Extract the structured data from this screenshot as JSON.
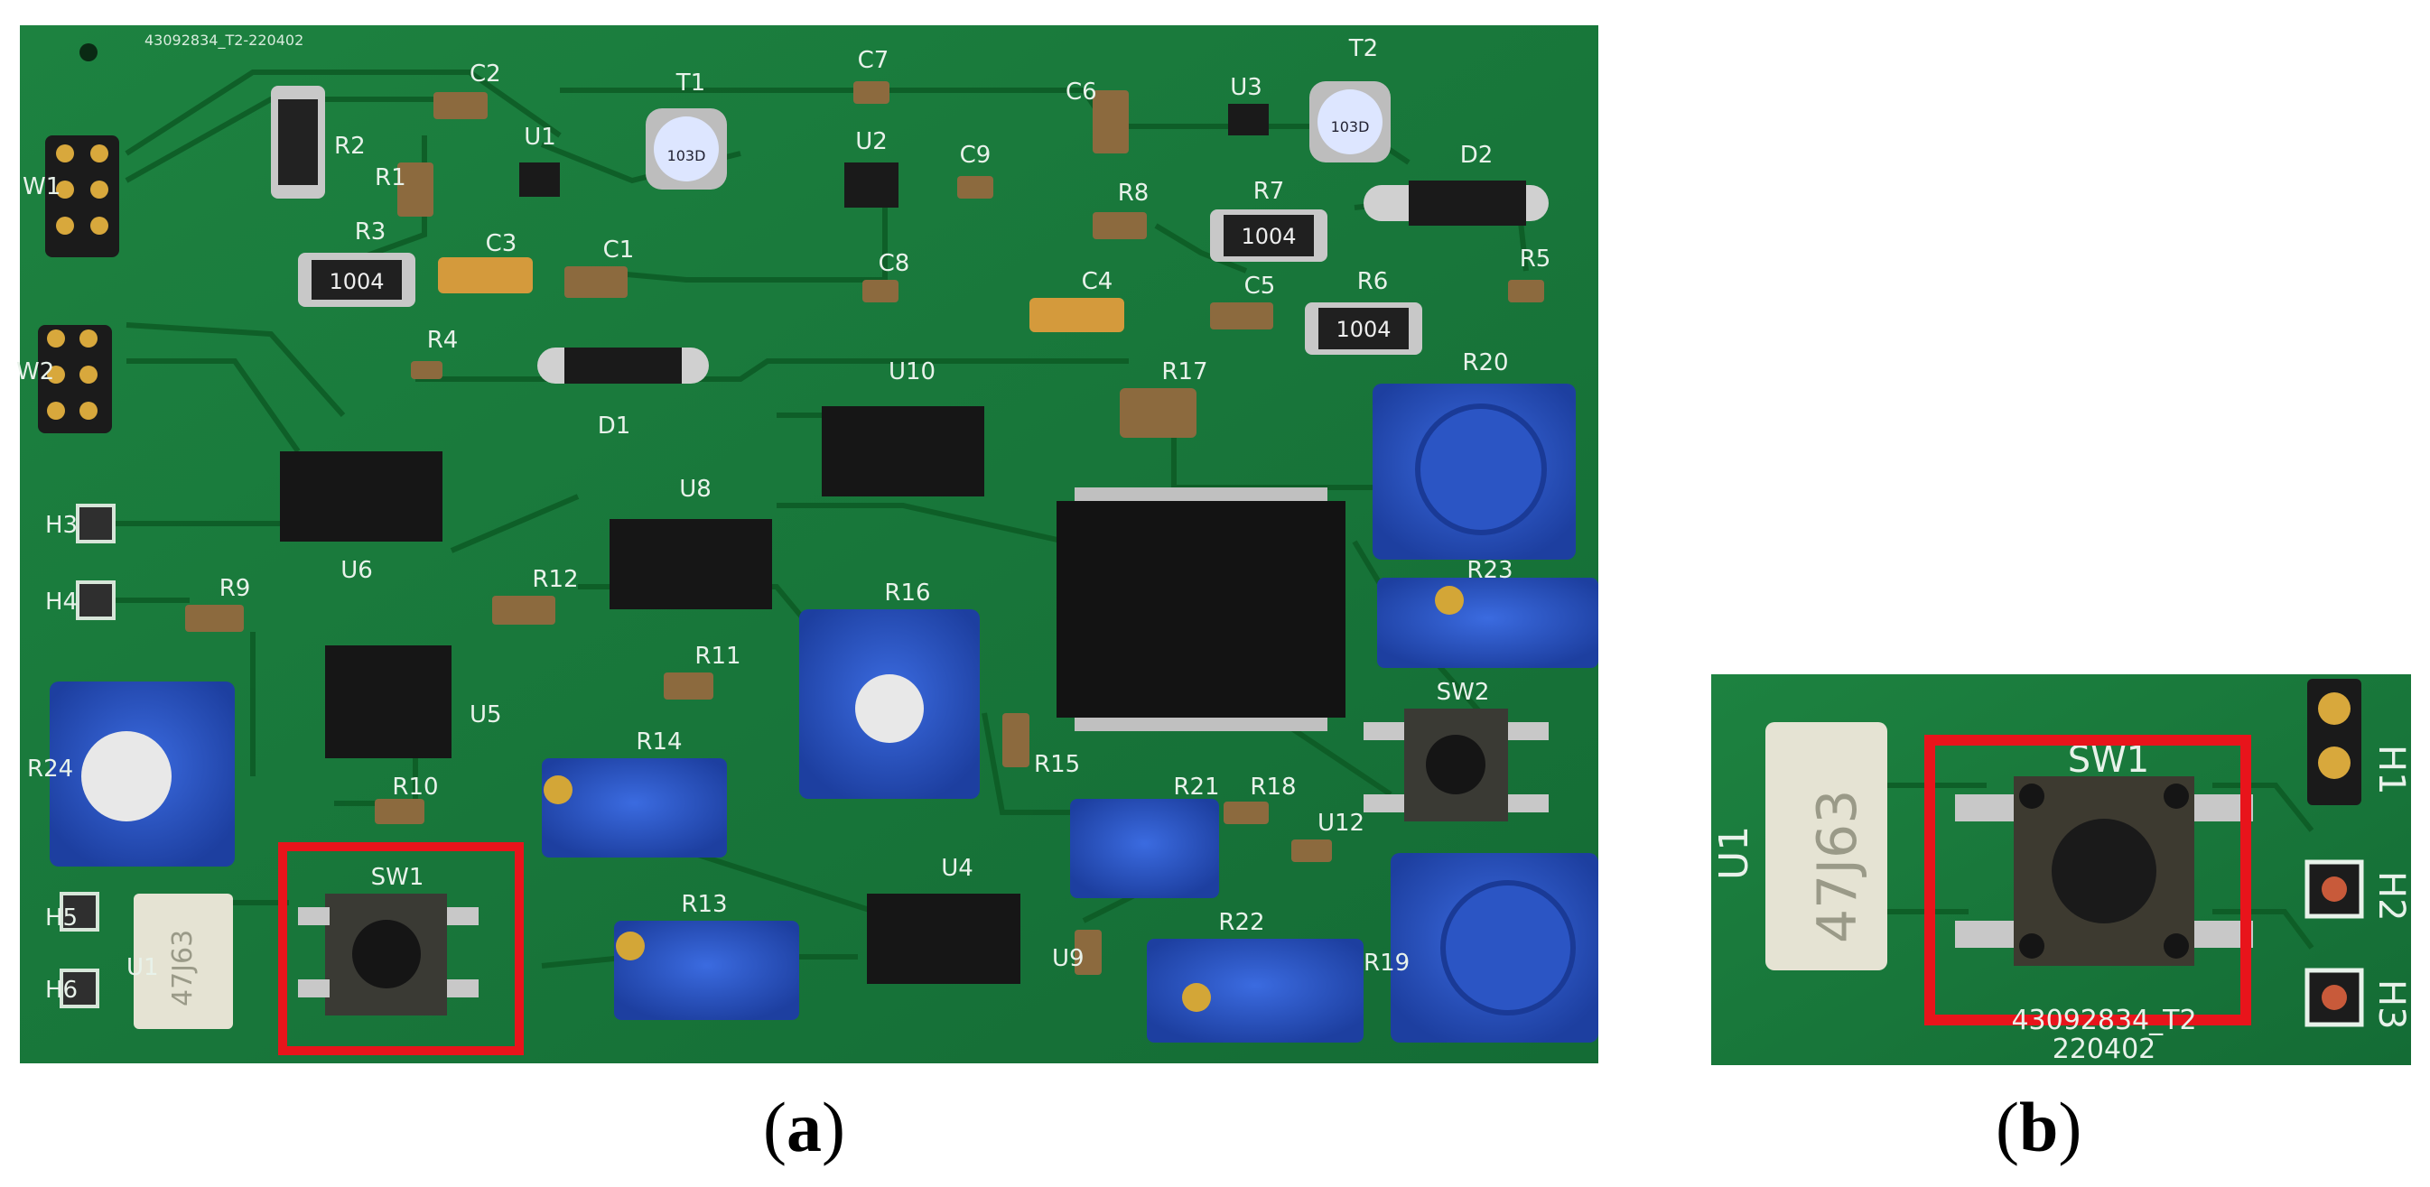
{
  "board_a": {
    "serial": "43092834_T2-220402",
    "components": [
      {
        "ref": "C2"
      },
      {
        "ref": "C7"
      },
      {
        "ref": "C6"
      },
      {
        "ref": "T1"
      },
      {
        "ref": "T2"
      },
      {
        "ref": "U1"
      },
      {
        "ref": "U2"
      },
      {
        "ref": "U3"
      },
      {
        "ref": "R2"
      },
      {
        "ref": "R1"
      },
      {
        "ref": "W1"
      },
      {
        "ref": "C9"
      },
      {
        "ref": "R8"
      },
      {
        "ref": "R7"
      },
      {
        "ref": "D2"
      },
      {
        "ref": "R3"
      },
      {
        "ref": "C3"
      },
      {
        "ref": "C1"
      },
      {
        "ref": "C8"
      },
      {
        "ref": "C5"
      },
      {
        "ref": "R5"
      },
      {
        "ref": "C4"
      },
      {
        "ref": "R6"
      },
      {
        "ref": "R4"
      },
      {
        "ref": "W2"
      },
      {
        "ref": "D1"
      },
      {
        "ref": "R17"
      },
      {
        "ref": "U10"
      },
      {
        "ref": "R20"
      },
      {
        "ref": "U6"
      },
      {
        "ref": "U8"
      },
      {
        "ref": "H3"
      },
      {
        "ref": "H4"
      },
      {
        "ref": "R9"
      },
      {
        "ref": "R12"
      },
      {
        "ref": "R16"
      },
      {
        "ref": "R23"
      },
      {
        "ref": "R11"
      },
      {
        "ref": "U5"
      },
      {
        "ref": "R24"
      },
      {
        "ref": "R14"
      },
      {
        "ref": "R15"
      },
      {
        "ref": "SW2"
      },
      {
        "ref": "R10"
      },
      {
        "ref": "R21"
      },
      {
        "ref": "R18"
      },
      {
        "ref": "U12"
      },
      {
        "ref": "SW1"
      },
      {
        "ref": "H5"
      },
      {
        "ref": "U1"
      },
      {
        "ref": "H6"
      },
      {
        "ref": "R13"
      },
      {
        "ref": "U4"
      },
      {
        "ref": "U9"
      },
      {
        "ref": "R22"
      },
      {
        "ref": "R19"
      }
    ],
    "resistor_marking": "1004",
    "inductor_marking": "103D",
    "relay_marking": "47J63"
  },
  "board_b": {
    "relay_ref": "U1",
    "relay_marking": "47J63",
    "switch_ref": "SW1",
    "header_ref": "H1",
    "pad_refs": [
      "H2",
      "H3"
    ],
    "serial_line1": "43092834_T2",
    "serial_line2": "220402"
  },
  "captions": {
    "a": "a",
    "b": "b"
  },
  "colors": {
    "pcb": "#1a7a3a",
    "pcb_dark": "#0f5f2b",
    "trace": "#0e5a26",
    "highlight": "#e8141b",
    "pot_blue": "#2a56c6",
    "silk": "#e8f2ea"
  }
}
